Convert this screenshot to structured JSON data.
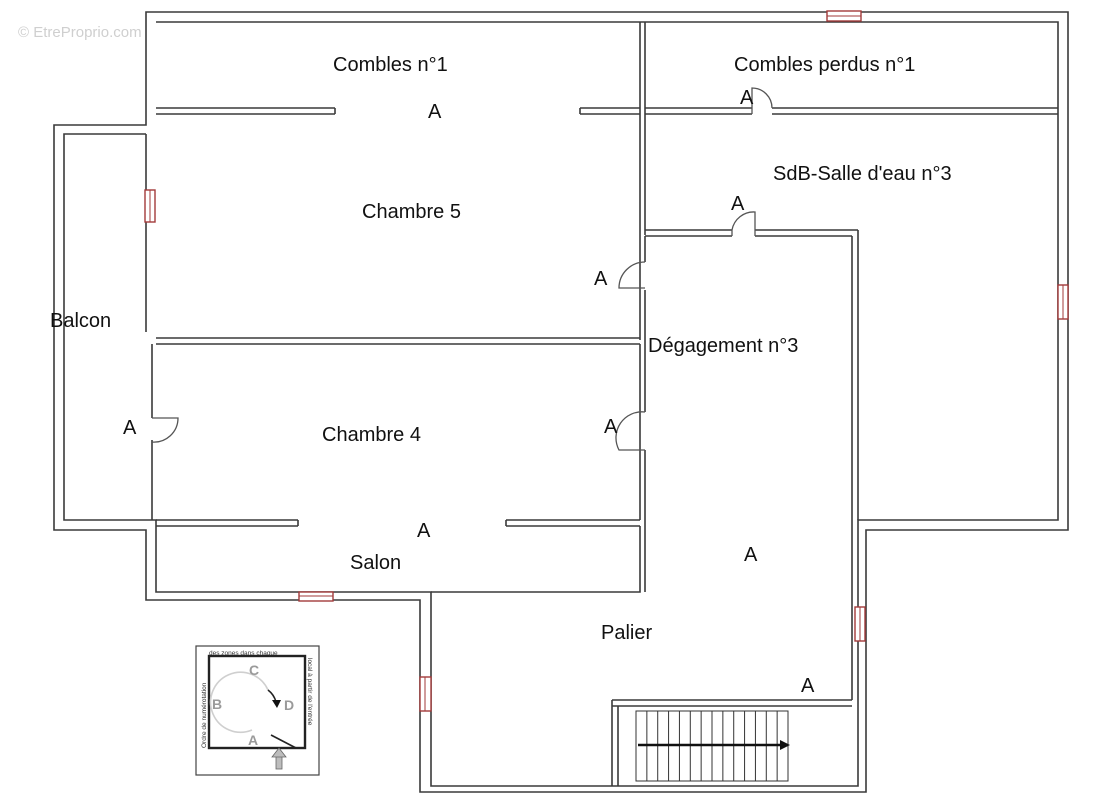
{
  "watermark": "© EtreProprio.com",
  "rooms": {
    "combles1": "Combles n°1",
    "combles_perdus": "Combles perdus n°1",
    "chambre5": "Chambre 5",
    "sdb": "SdB-Salle d'eau n°3",
    "balcon": "Balcon",
    "degagement": "Dégagement n°3",
    "chambre4": "Chambre 4",
    "salon": "Salon",
    "palier": "Palier"
  },
  "zone_marker": "A",
  "legend": {
    "top_text": "des zones dans chaque",
    "left_text": "Ordre de numérotation",
    "right_text": "local à partir de l'entrée",
    "letters": [
      "A",
      "B",
      "C",
      "D"
    ]
  }
}
